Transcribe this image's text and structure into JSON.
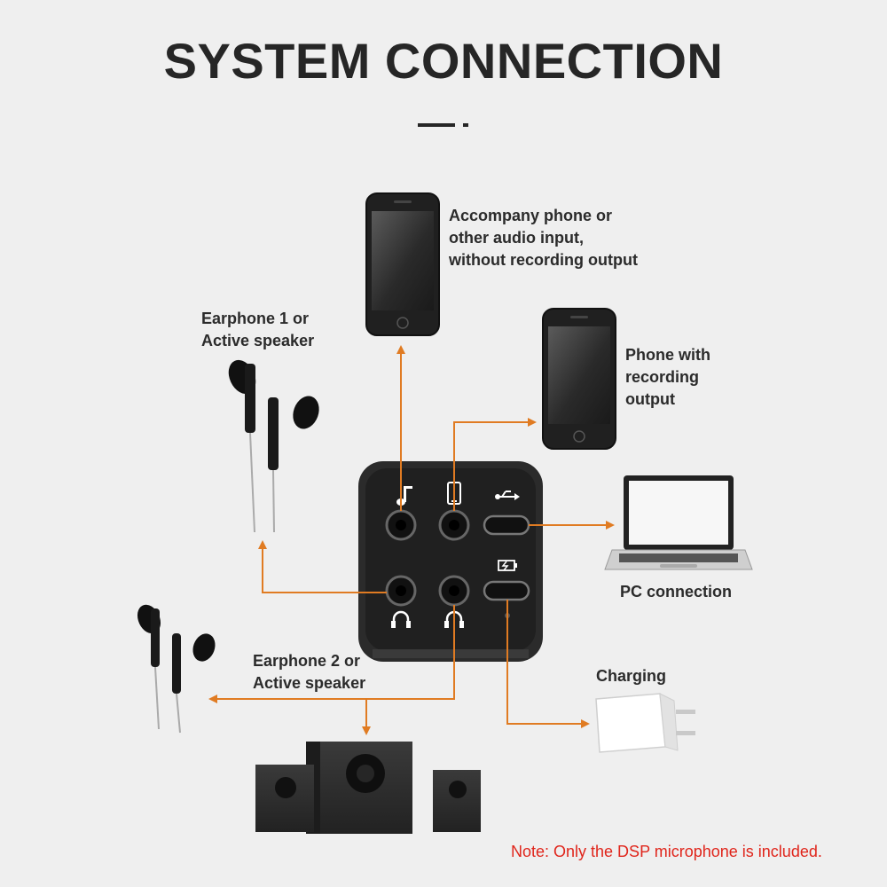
{
  "title": "SYSTEM CONNECTION",
  "labels": {
    "accompany_phone": [
      "Accompany phone or",
      "other audio input,",
      "without recording output"
    ],
    "recording_phone": [
      "Phone with",
      "recording",
      "output"
    ],
    "earphone_1": [
      "Earphone 1 or",
      "Active speaker"
    ],
    "earphone_2": [
      "Earphone 2 or",
      "Active speaker"
    ],
    "pc": [
      "PC connection"
    ],
    "charging": [
      "Charging"
    ]
  },
  "note": "Note: Only the DSP microphone is included.",
  "colors": {
    "accent": "#e07b22",
    "title": "#262626",
    "note": "#e0251b",
    "background": "#efefef"
  },
  "icons": [
    "music-note-icon",
    "phone-icon",
    "usb-icon",
    "battery-icon",
    "headphone-icon"
  ]
}
